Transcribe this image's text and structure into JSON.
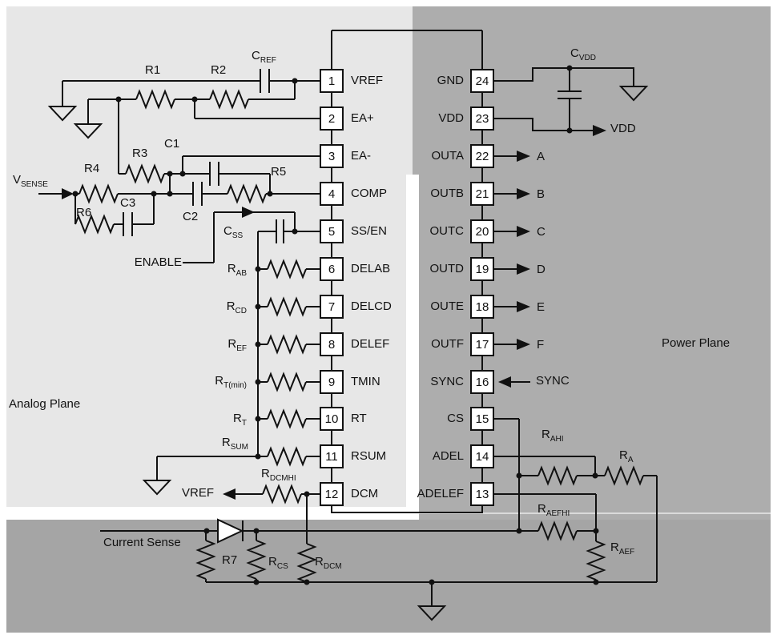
{
  "regions": {
    "analog_plane_label": "Analog Plane",
    "power_plane_label": "Power Plane"
  },
  "colors": {
    "line": "#111111",
    "analog_plane_bg": "#e7e7e7",
    "power_plane_bg": "#adadad",
    "current_sense_band_bg": "#a5a5a5",
    "pin_box_bg": "#ffffff"
  },
  "ic": {
    "pins_left": [
      {
        "number": "1",
        "name": "VREF"
      },
      {
        "number": "2",
        "name": "EA+"
      },
      {
        "number": "3",
        "name": "EA-"
      },
      {
        "number": "4",
        "name": "COMP"
      },
      {
        "number": "5",
        "name": "SS/EN"
      },
      {
        "number": "6",
        "name": "DELAB"
      },
      {
        "number": "7",
        "name": "DELCD"
      },
      {
        "number": "8",
        "name": "DELEF"
      },
      {
        "number": "9",
        "name": "TMIN"
      },
      {
        "number": "10",
        "name": "RT"
      },
      {
        "number": "11",
        "name": "RSUM"
      },
      {
        "number": "12",
        "name": "DCM"
      }
    ],
    "pins_right": [
      {
        "number": "24",
        "name": "GND"
      },
      {
        "number": "23",
        "name": "VDD"
      },
      {
        "number": "22",
        "name": "OUTA"
      },
      {
        "number": "21",
        "name": "OUTB"
      },
      {
        "number": "20",
        "name": "OUTC"
      },
      {
        "number": "19",
        "name": "OUTD"
      },
      {
        "number": "18",
        "name": "OUTE"
      },
      {
        "number": "17",
        "name": "OUTF"
      },
      {
        "number": "16",
        "name": "SYNC"
      },
      {
        "number": "15",
        "name": "CS"
      },
      {
        "number": "14",
        "name": "ADEL"
      },
      {
        "number": "13",
        "name": "ADELEF"
      }
    ]
  },
  "components": {
    "cref": {
      "base": "C",
      "sub": "REF"
    },
    "cvdd": {
      "base": "C",
      "sub": "VDD"
    },
    "css": {
      "base": "C",
      "sub": "SS"
    },
    "r1": {
      "base": "R1",
      "sub": ""
    },
    "r2": {
      "base": "R2",
      "sub": ""
    },
    "r3": {
      "base": "R3",
      "sub": ""
    },
    "r4": {
      "base": "R4",
      "sub": ""
    },
    "r5": {
      "base": "R5",
      "sub": ""
    },
    "r6": {
      "base": "R6",
      "sub": ""
    },
    "r7": {
      "base": "R7",
      "sub": ""
    },
    "c1": {
      "base": "C1",
      "sub": ""
    },
    "c2": {
      "base": "C2",
      "sub": ""
    },
    "c3": {
      "base": "C3",
      "sub": ""
    },
    "rab": {
      "base": "R",
      "sub": "AB"
    },
    "rcd": {
      "base": "R",
      "sub": "CD"
    },
    "ref": {
      "base": "R",
      "sub": "EF"
    },
    "rtmin": {
      "base": "R",
      "sub": "T(min)"
    },
    "rt": {
      "base": "R",
      "sub": "T"
    },
    "rsum": {
      "base": "R",
      "sub": "SUM"
    },
    "rdcmhi": {
      "base": "R",
      "sub": "DCMHI"
    },
    "rdcm": {
      "base": "R",
      "sub": "DCM"
    },
    "rcs": {
      "base": "R",
      "sub": "CS"
    },
    "rahi": {
      "base": "R",
      "sub": "AHI"
    },
    "ra": {
      "base": "R",
      "sub": "A"
    },
    "raefhi": {
      "base": "R",
      "sub": "AEFHI"
    },
    "raef": {
      "base": "R",
      "sub": "AEF"
    },
    "vsense": {
      "base": "V",
      "sub": "SENSE"
    }
  },
  "signals": {
    "enable": "ENABLE",
    "vref_net": "VREF",
    "vdd_net": "VDD",
    "sync_net": "SYNC",
    "current_sense": "Current Sense",
    "outputs": [
      "A",
      "B",
      "C",
      "D",
      "E",
      "F"
    ]
  }
}
